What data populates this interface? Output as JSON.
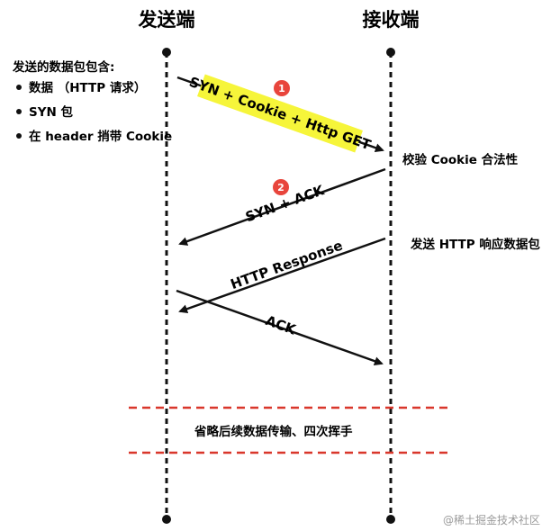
{
  "sender": {
    "title": "发送端"
  },
  "receiver": {
    "title": "接收端"
  },
  "left_notes": {
    "heading": "发送的数据包包含:",
    "items": [
      "数据 （HTTP 请求）",
      "SYN 包",
      "在 header 捎带 Cookie"
    ]
  },
  "messages": {
    "m1": "SYN + Cookie + Http GET",
    "m2": "SYN + ACK",
    "m3": "HTTP Response",
    "m4": "ACK"
  },
  "badges": {
    "b1": "1",
    "b2": "2"
  },
  "right_notes": {
    "validate": "校验 Cookie 合法性",
    "send_response": "发送 HTTP 响应数据包"
  },
  "omission": "省略后续数据传输、四次挥手",
  "watermark": "@稀土掘金技术社区",
  "colors": {
    "highlight": "#f6f53a",
    "badge": "#e8453c",
    "dashed_red": "#d9372b",
    "line": "#111111"
  }
}
